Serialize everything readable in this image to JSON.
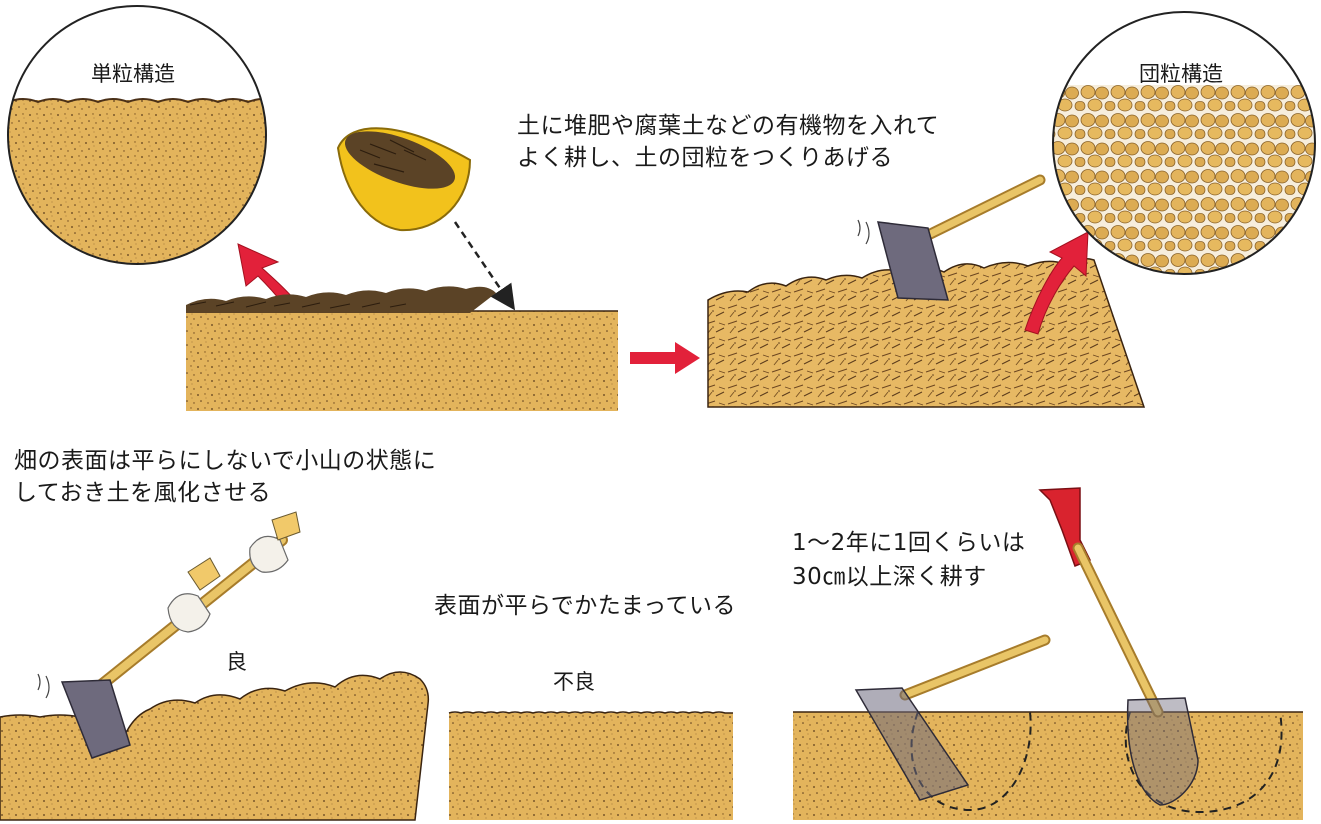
{
  "labels": {
    "single_grain": "単粒構造",
    "aggregate": "団粒構造",
    "intro_line1": "土に堆肥や腐葉土などの有機物を入れて",
    "intro_line2": "よく耕し、土の団粒をつくりあげる",
    "ridge_line1": "畑の表面は平らにしないで小山の状態に",
    "ridge_line2": "しておき土を風化させる",
    "good": "良",
    "flat_note": "表面が平らでかたまっている",
    "bad": "不良",
    "deep_line1": "1～2年に1回くらいは",
    "deep_line2": "30㎝以上深く耕す"
  },
  "colors": {
    "soil": "#e3b45c",
    "soil_dark": "#b98a3a",
    "speck": "#5a3b1c",
    "arrow_red": "#e2213a",
    "handle": "#e9c567",
    "blade": "#6e6a7d",
    "basket": "#f2c21c",
    "compost": "#5b4326",
    "shovel_grip": "#d9232e"
  }
}
